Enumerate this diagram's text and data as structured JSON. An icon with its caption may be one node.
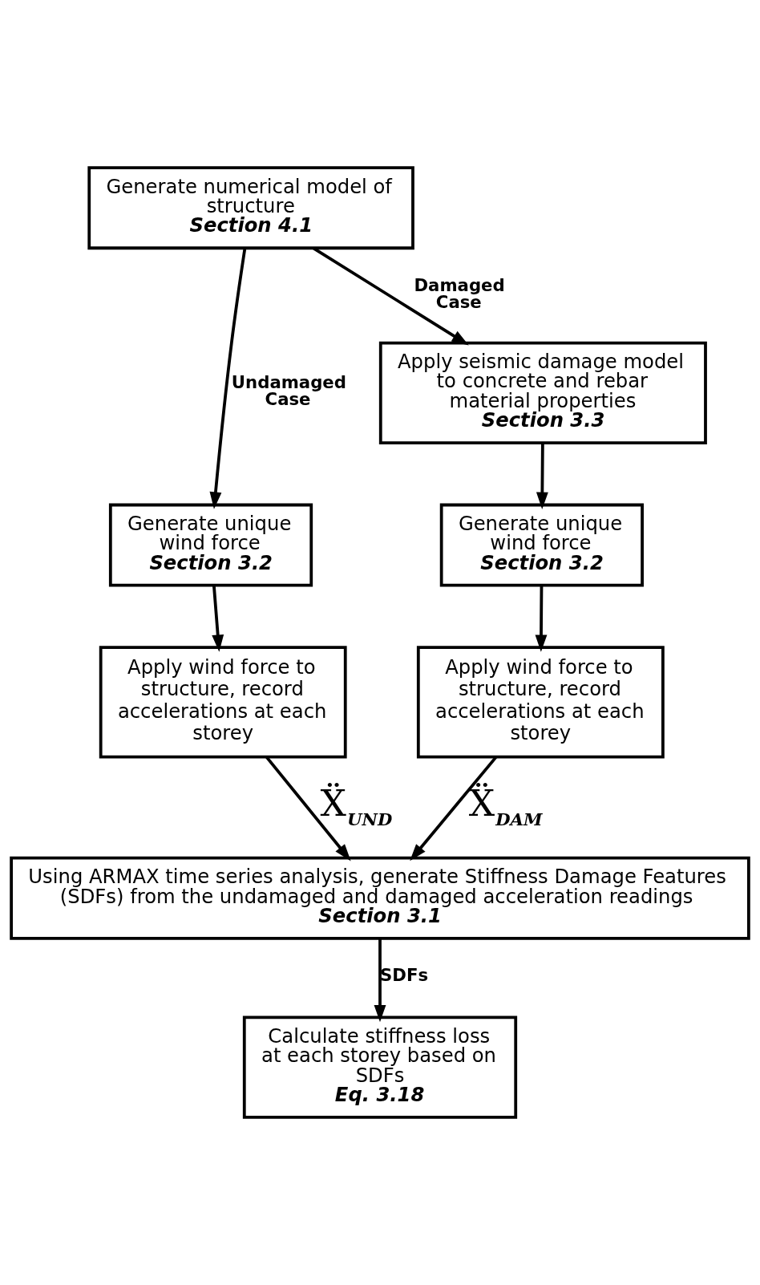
{
  "diagram": {
    "nodes": [
      {
        "text": [
          "Generate numerical model of structure",
          "Section 4.1"
        ]
      },
      {
        "text": [
          "Apply seismic damage model to concrete and rebar material properties",
          "Section 3.3"
        ]
      },
      {
        "text": [
          "Generate unique wind force",
          "Section 3.2"
        ]
      },
      {
        "text": [
          "Generate unique wind force",
          "Section 3.2"
        ]
      },
      {
        "text": [
          "Apply wind force to structure, record accelerations at each storey"
        ]
      },
      {
        "text": [
          "Apply wind force to structure, record accelerations at each storey"
        ]
      },
      {
        "text": [
          "Using ARMAX time series analysis, generate Stiffness Damage Features (SDFs) from the undamaged and damaged acceleration readings",
          "Section 3.1"
        ]
      },
      {
        "text": [
          "Calculate stiffness loss at each storey based on SDFs",
          "Eq. 3.18"
        ]
      }
    ],
    "edges": [
      {
        "from": 0,
        "to": 2,
        "arrow": "to",
        "label": "Undamaged Case"
      },
      {
        "from": 0,
        "to": 1,
        "arrow": "to",
        "label": "Damaged Case"
      },
      {
        "from": 1,
        "to": 3,
        "arrow": "to"
      },
      {
        "from": 2,
        "to": 4,
        "arrow": "to"
      },
      {
        "from": 3,
        "to": 5,
        "arrow": "to"
      },
      {
        "from": 4,
        "to": 6,
        "arrow": "to",
        "label": "Ẍ$_{UND}$"
      },
      {
        "from": 5,
        "to": 6,
        "arrow": "to",
        "label": "Ẍ$_{DAM}$"
      },
      {
        "from": 6,
        "to": 7,
        "arrow": "to",
        "label": "SDFs"
      }
    ]
  }
}
